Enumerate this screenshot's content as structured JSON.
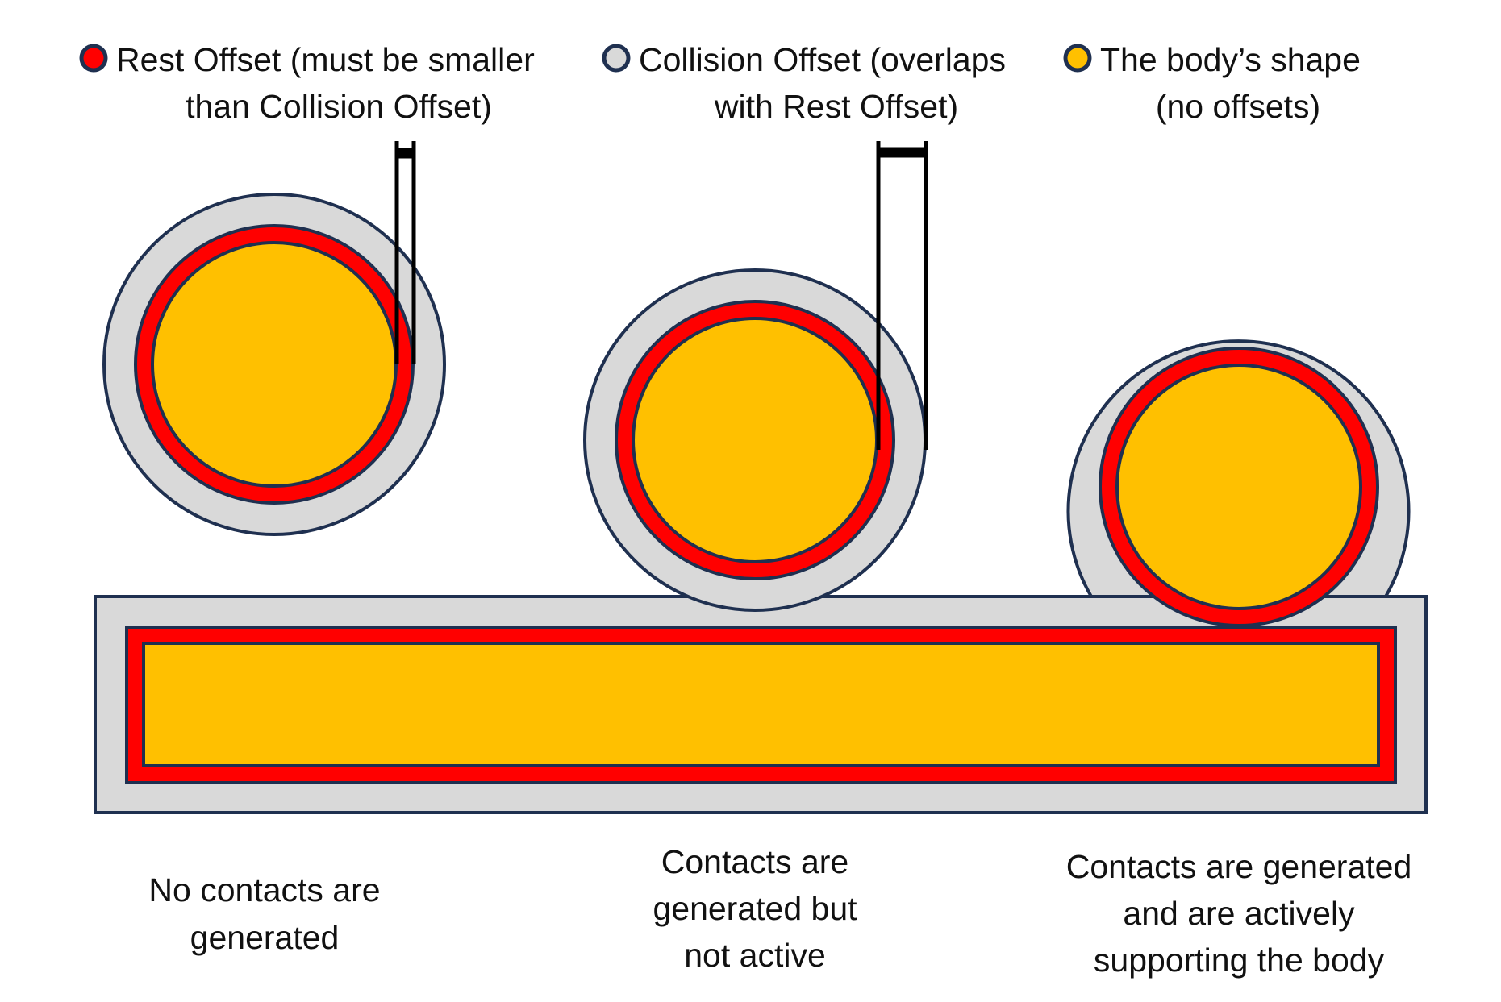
{
  "legend": [
    {
      "lines": [
        "Rest Offset (must be smaller",
        "than Collision Offset)"
      ],
      "swatch": "red"
    },
    {
      "lines": [
        "Collision Offset (overlaps",
        "with Rest Offset)"
      ],
      "swatch": "gray"
    },
    {
      "lines": [
        "The body’s shape",
        "(no offsets)"
      ],
      "swatch": "yellow"
    }
  ],
  "captions": [
    {
      "lines": [
        "No contacts are",
        "generated"
      ]
    },
    {
      "lines": [
        "Contacts are",
        "generated but",
        "not active"
      ]
    },
    {
      "lines": [
        "Contacts are generated",
        "and are actively",
        "supporting the body"
      ]
    }
  ],
  "colors": {
    "rest_offset": "#ff0000",
    "collision_offset": "#d9d9d9",
    "body_shape": "#ffc000",
    "outline": "#1f3050",
    "measure": "#000000"
  }
}
